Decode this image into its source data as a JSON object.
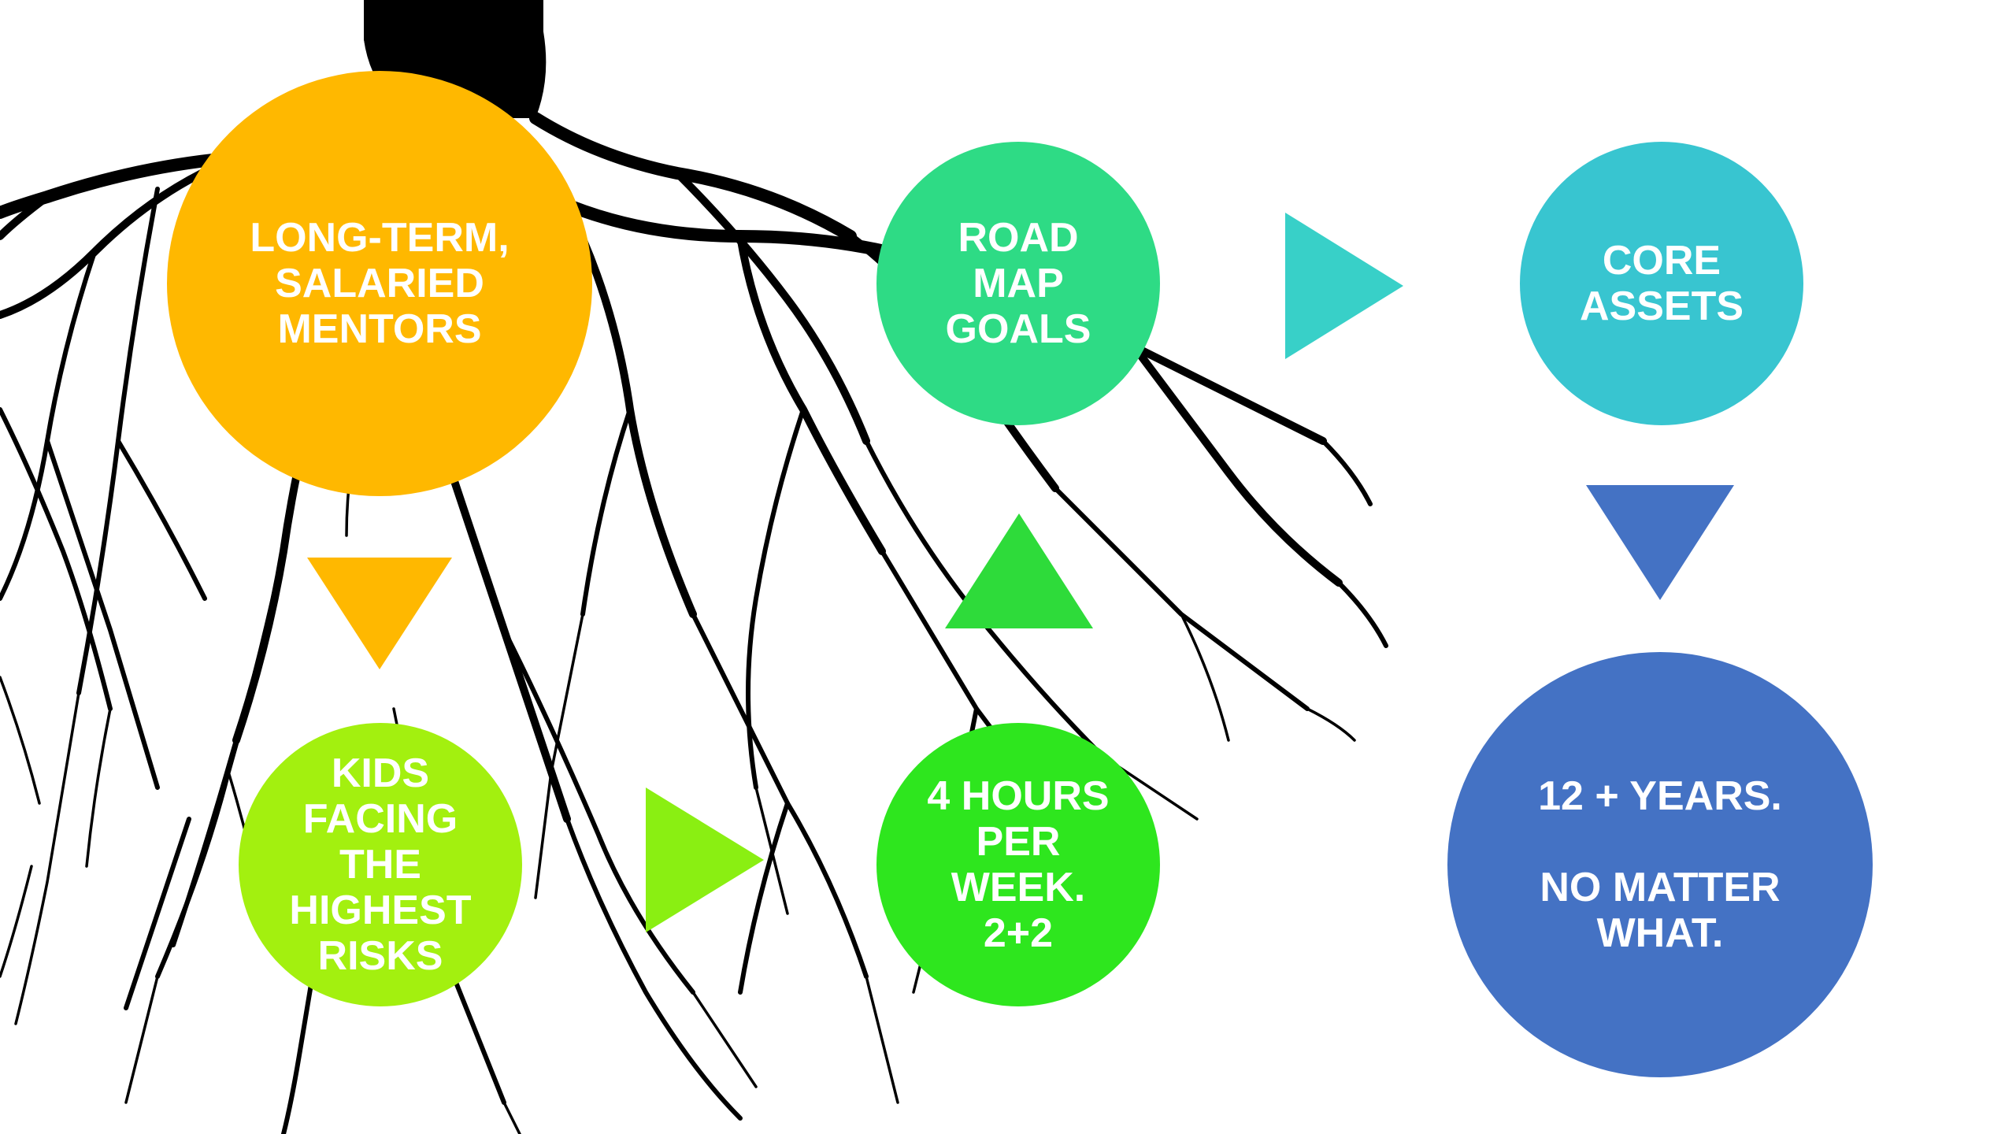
{
  "nodes": {
    "mentors": {
      "label": "LONG-TERM,\nSALARIED\nMENTORS",
      "color": "#FFB800"
    },
    "kids": {
      "label": "KIDS\nFACING\nTHE\nHIGHEST\nRISKS",
      "color": "#A3F00F"
    },
    "hours": {
      "label": "4 HOURS\nPER\nWEEK.\n2+2",
      "color": "#2EE61E"
    },
    "roadmap": {
      "label": "ROAD\nMAP\nGOALS",
      "color": "#2EDB85"
    },
    "assets": {
      "label": "CORE\nASSETS",
      "color": "#38C5D0"
    },
    "years": {
      "label": "12 + YEARS.\n\nNO MATTER\nWHAT.",
      "color": "#4472C4"
    }
  },
  "arrows": {
    "mentors_to_kids": {
      "direction": "down",
      "color": "#FFB800"
    },
    "kids_to_hours": {
      "direction": "right",
      "color": "#8AEF12"
    },
    "hours_to_roadmap": {
      "direction": "up",
      "color": "#2EDB3A"
    },
    "roadmap_to_assets": {
      "direction": "right",
      "color": "#38D0C8"
    },
    "assets_to_years": {
      "direction": "down",
      "color": "#4472C4"
    }
  },
  "background": {
    "image": "tree-roots-silhouette",
    "color": "#000000"
  }
}
